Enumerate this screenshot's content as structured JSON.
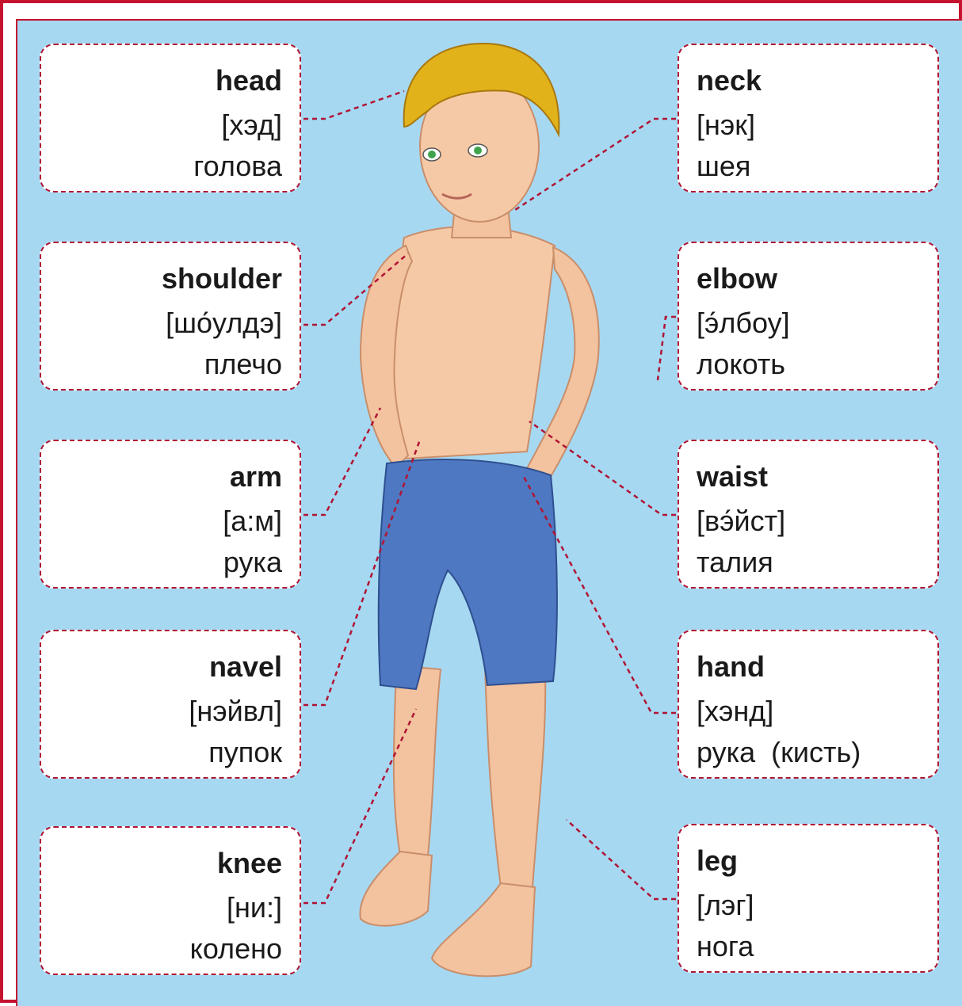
{
  "colors": {
    "border": "#c4122f",
    "background": "#a6d8f2",
    "card_border": "#b01533",
    "skin": "#f6c9a6",
    "shorts": "#4f78c2",
    "hair": "#e2b21a"
  },
  "left_cards": [
    {
      "word": "head",
      "transcription": "[хэд]",
      "translation": "голова"
    },
    {
      "word": "shoulder",
      "transcription": "[шо́улдэ]",
      "translation": "плечо"
    },
    {
      "word": "arm",
      "transcription": "[а:м]",
      "translation": "рука"
    },
    {
      "word": "navel",
      "transcription": "[нэйвл]",
      "translation": "пупок"
    },
    {
      "word": "knee",
      "transcription": "[ни:]",
      "translation": "колено"
    }
  ],
  "right_cards": [
    {
      "word": "neck",
      "transcription": "[нэк]",
      "translation": "шея"
    },
    {
      "word": "elbow",
      "transcription": "[э́лбоу]",
      "translation": "локоть"
    },
    {
      "word": "waist",
      "transcription": "[вэ́йст]",
      "translation": "талия"
    },
    {
      "word": "hand",
      "transcription": "[хэнд]",
      "translation": "рука  (кисть)"
    },
    {
      "word": "leg",
      "transcription": "[лэг]",
      "translation": "нога"
    }
  ]
}
